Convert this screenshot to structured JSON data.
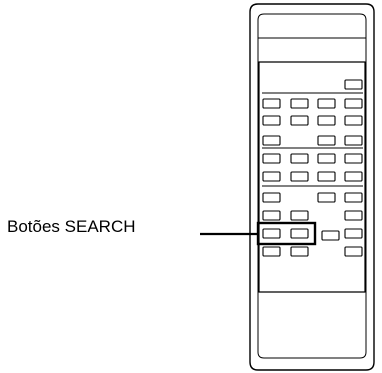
{
  "diagram": {
    "callout_label": "Botões SEARCH",
    "subject": "remote-control",
    "highlighted_group": "search-buttons",
    "colors": {
      "outline": "#000000",
      "background": "#ffffff"
    }
  }
}
